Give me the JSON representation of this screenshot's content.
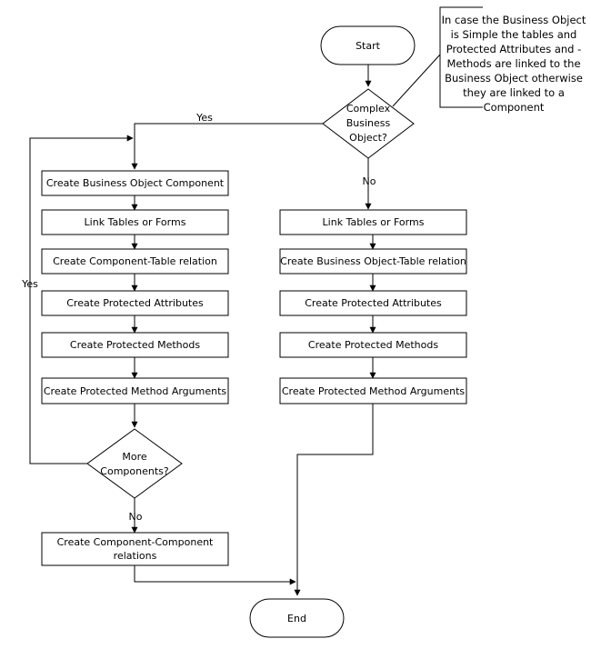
{
  "diagram": {
    "type": "flowchart",
    "title": "Business Object Creation Flowchart",
    "background_color": "#ffffff",
    "line_color": "#000000",
    "shape_fill": "#ffffff"
  },
  "nodes": {
    "start": {
      "label": "Start",
      "shape": "terminator"
    },
    "decision_complex": {
      "label_line1": "Complex",
      "label_line2": "Business",
      "label_line3": "Object?",
      "shape": "decision"
    },
    "left_1": {
      "label": "Create Business Object Component",
      "shape": "process"
    },
    "left_2": {
      "label": "Link Tables or Forms",
      "shape": "process"
    },
    "left_3": {
      "label": "Create Component-Table relation",
      "shape": "process"
    },
    "left_4": {
      "label": "Create Protected Attributes",
      "shape": "process"
    },
    "left_5": {
      "label": "Create Protected Methods",
      "shape": "process"
    },
    "left_6": {
      "label": "Create Protected Method Arguments",
      "shape": "process"
    },
    "decision_more": {
      "label_line1": "More",
      "label_line2": "Components?",
      "shape": "decision"
    },
    "left_7": {
      "label_line1": "Create Component-Component",
      "label_line2": "relations",
      "shape": "process"
    },
    "right_1": {
      "label": "Link Tables or Forms",
      "shape": "process"
    },
    "right_2": {
      "label": "Create Business Object-Table relation",
      "shape": "process"
    },
    "right_3": {
      "label": "Create Protected Attributes",
      "shape": "process"
    },
    "right_4": {
      "label": "Create Protected Methods",
      "shape": "process"
    },
    "right_5": {
      "label": "Create Protected Method Arguments",
      "shape": "process"
    },
    "end": {
      "label": "End",
      "shape": "terminator"
    }
  },
  "edge_labels": {
    "complex_yes": "Yes",
    "complex_no": "No",
    "more_yes": "Yes",
    "more_no": "No"
  },
  "note": {
    "line1": "In case the Business Object",
    "line2": "is Simple the tables and",
    "line3": "Protected Attributes and -",
    "line4": "Methods are linked to the",
    "line5": "Business Object otherwise",
    "line6": "they are linked to a",
    "line7": "Component"
  }
}
